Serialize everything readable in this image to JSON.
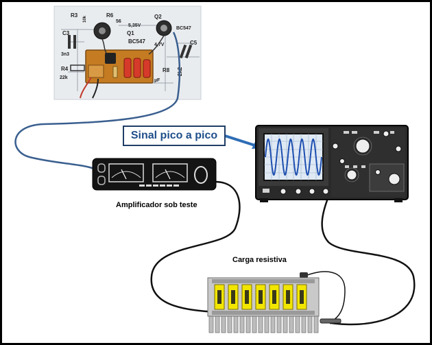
{
  "labels": {
    "signal": "Sinal pico a pico",
    "amplifier": "Amplificador sob teste",
    "load": "Carga resistiva"
  },
  "pcb": {
    "components": {
      "r3": "R3",
      "r6": "R6",
      "r6_value": "56",
      "q1": "Q1",
      "q1_type": "BC547",
      "q2": "Q2",
      "q2_type": "BC547",
      "c3": "C3",
      "c3_value": "3n3",
      "r4": "R4",
      "r4_value": "22k",
      "r8": "R8",
      "r8_value": "2k2",
      "c5": "C5",
      "voltage": "5,35V",
      "voltage2": "4,7V",
      "cap_unit": "µF",
      "r3_value": "10k"
    }
  },
  "colors": {
    "signal_text": "#1f4e8a",
    "arrow": "#2f6db5",
    "input_cable": "#3a5f8f",
    "scope_screen": "#dfe9f4",
    "waveform": "#1e4fb0",
    "heatsink": "#bdbdbd",
    "resistor_yellow": "#f2e600"
  },
  "icons": {
    "scope": "oscilloscope-icon",
    "amplifier": "car-radio-amplifier-icon",
    "load": "resistive-load-heatsink-icon",
    "pcb": "preamp-pcb-photo-icon"
  }
}
